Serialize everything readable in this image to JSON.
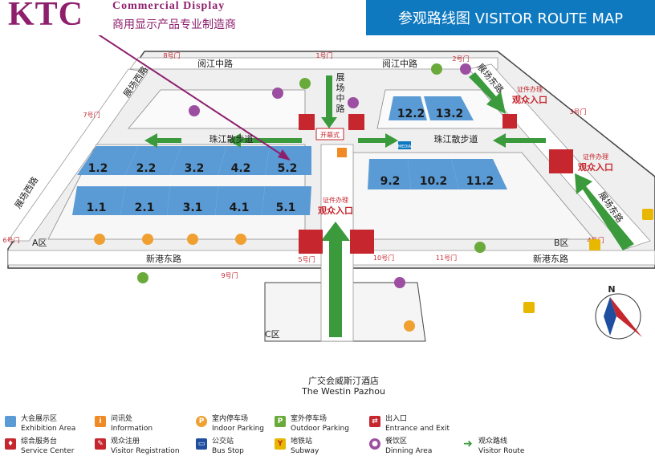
{
  "brand": {
    "ktc": "KTC",
    "tagline_en": "Commercial Display",
    "tagline_cn": "商用显示产品专业制造商"
  },
  "title": "参观路线图 VISITOR ROUTE MAP",
  "colors": {
    "hall": "#5b9bd5",
    "route": "#3a9a3c",
    "accent": "#8e1f6d",
    "title_bg": "#0f79c0",
    "road": "#ececec",
    "entrance": "#c6262e",
    "parking": "#f0a030",
    "outdoor_parking": "#6aaa3a"
  },
  "roads": {
    "yuejiang_left": "阅江中路",
    "yuejiang_right": "阅江中路",
    "xingang_left": "新港东路",
    "xingang_right": "新港东路",
    "zhujiang_left": "珠江散步道",
    "zhujiang_right": "珠江散步道",
    "zhanchang_zhong": [
      "展",
      "场",
      "中",
      "路"
    ],
    "zhanchang_dong": "展场东路",
    "zhanchang_xi_top": "展场西路",
    "zhanchang_xi_bottom": "展场西路"
  },
  "halls": {
    "a_upper": [
      "1.2",
      "2.2",
      "3.2",
      "4.2",
      "5.2"
    ],
    "a_lower": [
      "1.1",
      "2.1",
      "3.1",
      "4.1",
      "5.1"
    ],
    "b_upper": [
      "12.2",
      "13.2"
    ],
    "b_lower": [
      "9.2",
      "10.2",
      "11.2"
    ]
  },
  "zones": {
    "a": "A区",
    "b": "B区",
    "c": "C区"
  },
  "gates": {
    "g8": "8号门",
    "g1": "1号门",
    "g2": "2号门",
    "g7": "7号门",
    "g3": "3号门",
    "g4": "4号门",
    "g6": "6号门",
    "g5": "5号门",
    "g9": "9号门",
    "g10": "10号门",
    "g11": "11号门"
  },
  "entrances": {
    "center_reg": "证件办理",
    "center_main": "观众入口",
    "ne_reg": "证件办理",
    "ne_main": "观众入口",
    "e_reg": "证件办理",
    "e_main": "观众入口"
  },
  "labels": {
    "opening": "开幕式",
    "north": "N",
    "media": "MEDIA"
  },
  "hotel": {
    "cn": "广交会威斯汀酒店",
    "en": "The Westin Pazhou"
  },
  "legend": [
    {
      "icon": "exhibition-area-icon",
      "cn": "大会展示区",
      "en": "Exhibition Area",
      "glyph": ""
    },
    {
      "icon": "information-icon",
      "cn": "问讯处",
      "en": "Information",
      "glyph": "i"
    },
    {
      "icon": "indoor-parking-icon",
      "cn": "室内停车场",
      "en": "Indoor Parking",
      "glyph": "P"
    },
    {
      "icon": "outdoor-parking-icon",
      "cn": "室外停车场",
      "en": "Outdoor Parking",
      "glyph": "P"
    },
    {
      "icon": "entrance-exit-icon",
      "cn": "出入口",
      "en": "Entrance and Exit",
      "glyph": "⇄"
    },
    {
      "icon": "service-center-icon",
      "cn": "综合服务台",
      "en": "Service Center",
      "glyph": "♦"
    },
    {
      "icon": "visitor-registration-icon",
      "cn": "观众注册",
      "en": "Visitor Registration",
      "glyph": "✎"
    },
    {
      "icon": "bus-stop-icon",
      "cn": "公交站",
      "en": "Bus Stop",
      "glyph": "▭"
    },
    {
      "icon": "subway-icon",
      "cn": "地铁站",
      "en": "Subway",
      "glyph": "Y"
    },
    {
      "icon": "dining-area-icon",
      "cn": "餐饮区",
      "en": "Dinning Area",
      "glyph": "●"
    },
    {
      "icon": "visitor-route-icon",
      "cn": "观众路线",
      "en": "Visitor Route",
      "glyph": "➜"
    }
  ]
}
